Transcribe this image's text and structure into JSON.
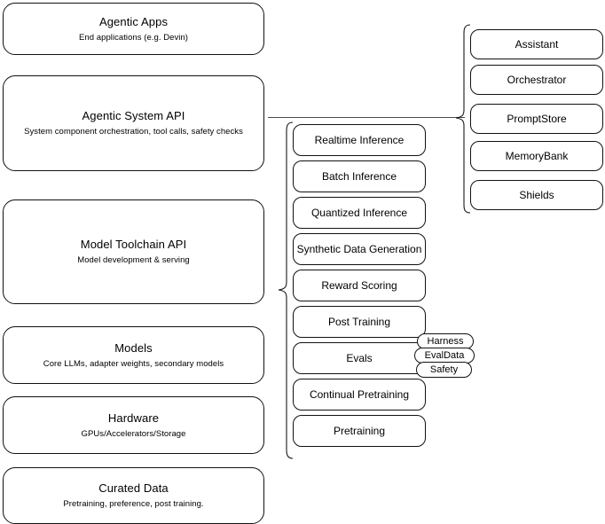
{
  "diagram": {
    "background_color": "#ffffff",
    "stroke_color": "#111111",
    "connector_color": "#4a4a4a"
  },
  "layers": [
    {
      "id": "agentic-apps",
      "title": "Agentic Apps",
      "subtitle": "End applications (e.g. Devin)"
    },
    {
      "id": "agentic-system-api",
      "title": "Agentic System API",
      "subtitle": "System component orchestration, tool calls, safety checks"
    },
    {
      "id": "model-toolchain-api",
      "title": "Model Toolchain API",
      "subtitle": "Model development & serving"
    },
    {
      "id": "models",
      "title": "Models",
      "subtitle": "Core LLMs, adapter weights, secondary models"
    },
    {
      "id": "hardware",
      "title": "Hardware",
      "subtitle": "GPUs/Accelerators/Storage"
    },
    {
      "id": "curated-data",
      "title": "Curated Data",
      "subtitle": "Pretraining, preference, post training."
    }
  ],
  "toolchain_items": [
    {
      "id": "realtime-inference",
      "label": "Realtime Inference"
    },
    {
      "id": "batch-inference",
      "label": "Batch Inference"
    },
    {
      "id": "quantized-inference",
      "label": "Quantized Inference"
    },
    {
      "id": "synthetic-data-generation",
      "label": "Synthetic Data Generation"
    },
    {
      "id": "reward-scoring",
      "label": "Reward Scoring"
    },
    {
      "id": "post-training",
      "label": "Post Training"
    },
    {
      "id": "evals",
      "label": "Evals"
    },
    {
      "id": "continual-pretraining",
      "label": "Continual Pretraining"
    },
    {
      "id": "pretraining",
      "label": "Pretraining"
    }
  ],
  "system_items": [
    {
      "id": "assistant",
      "label": "Assistant"
    },
    {
      "id": "orchestrator",
      "label": "Orchestrator"
    },
    {
      "id": "promptstore",
      "label": "PromptStore"
    },
    {
      "id": "memorybank",
      "label": "MemoryBank"
    },
    {
      "id": "shields",
      "label": "Shields"
    }
  ],
  "eval_tags": [
    {
      "id": "harness",
      "label": "Harness"
    },
    {
      "id": "evaldata",
      "label": "EvalData"
    },
    {
      "id": "safety",
      "label": "Safety"
    }
  ]
}
